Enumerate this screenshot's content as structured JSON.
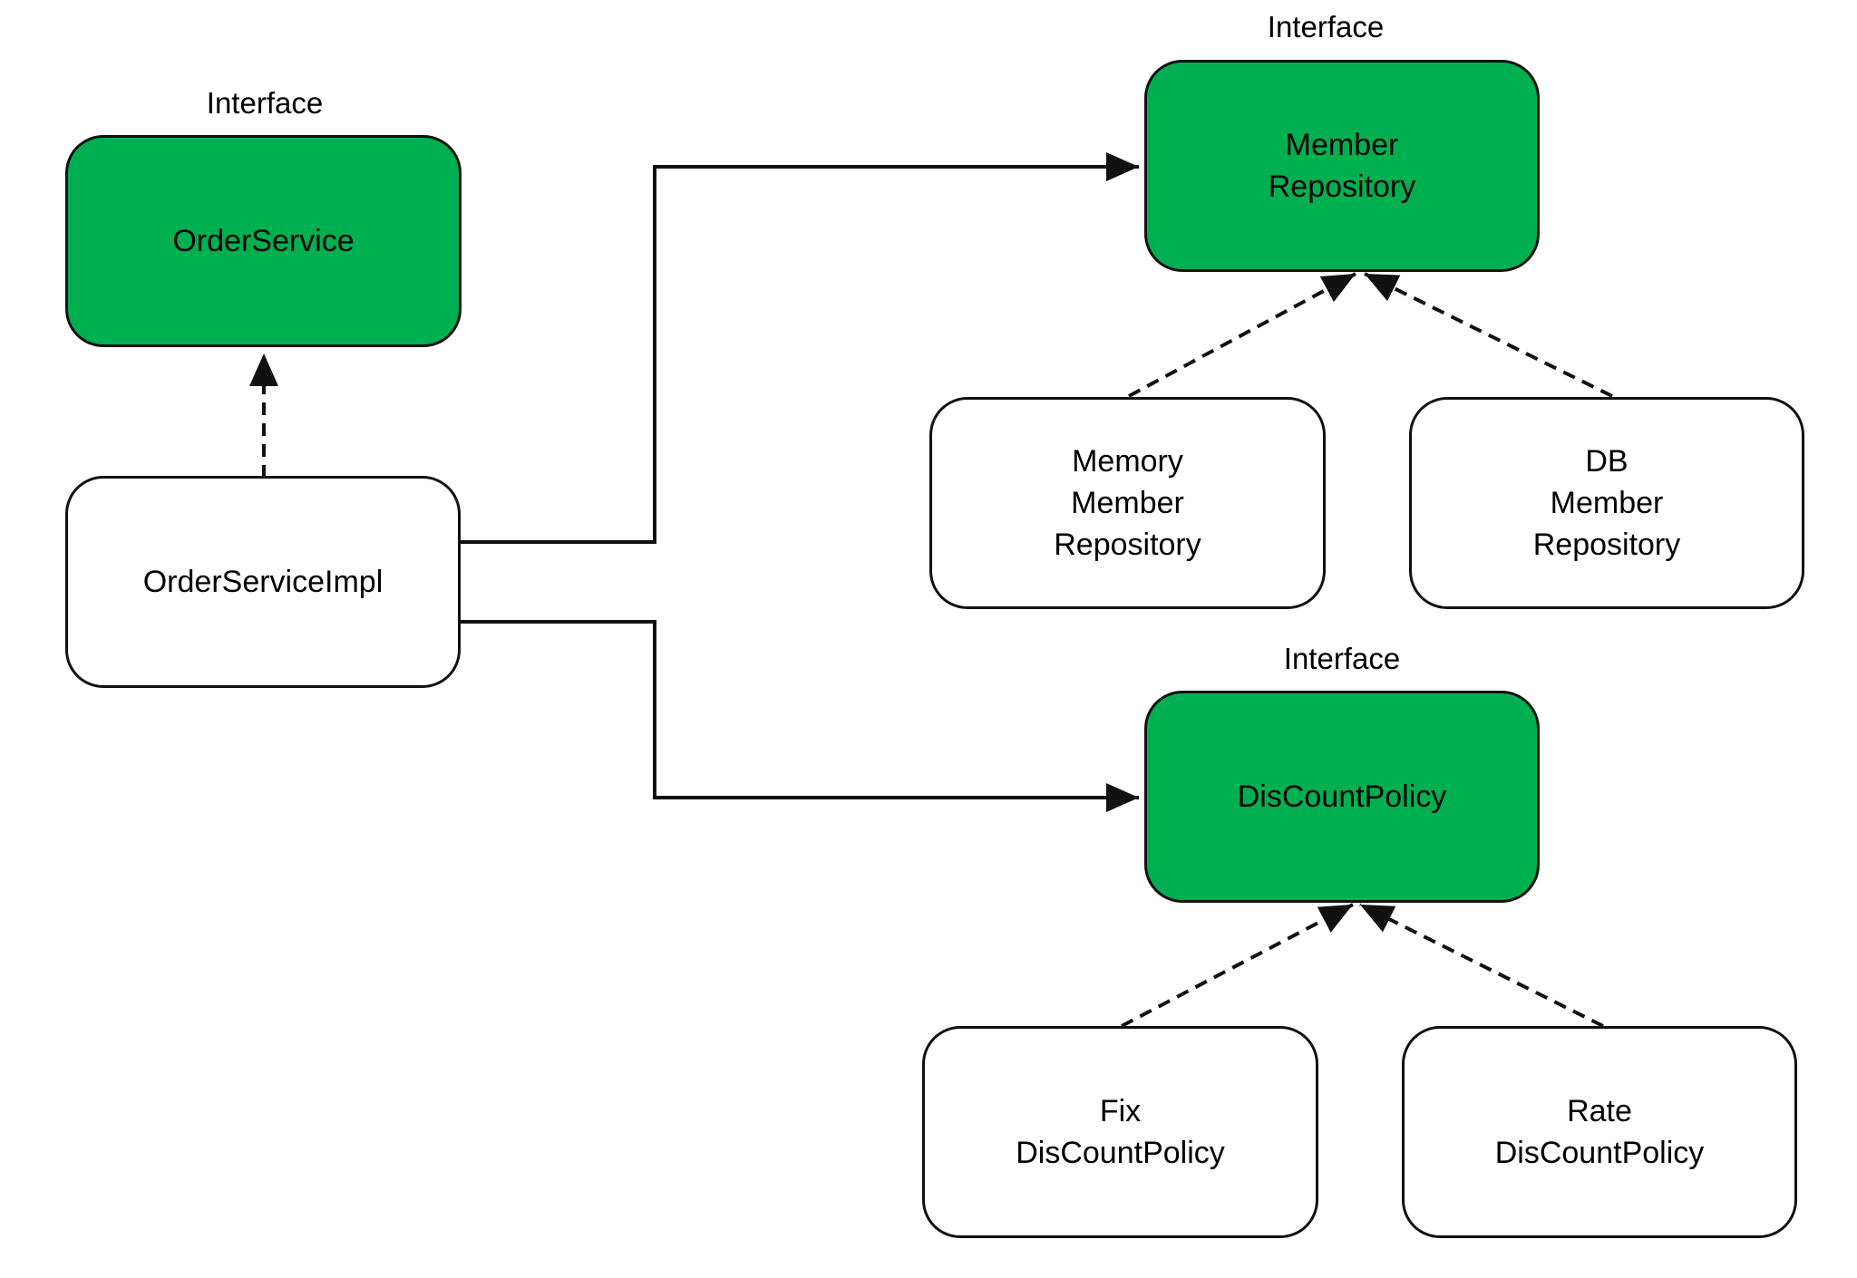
{
  "stereotype_label": "Interface",
  "colors": {
    "interface_fill": "#00b050",
    "implementation_fill": "#ffffff",
    "stroke": "#111111"
  },
  "nodes": {
    "order_service": {
      "label": "OrderService",
      "kind": "interface"
    },
    "order_service_impl": {
      "label": "OrderServiceImpl",
      "kind": "implementation"
    },
    "member_repository": {
      "label": "Member\nRepository",
      "kind": "interface"
    },
    "memory_member_repository": {
      "label": "Memory\nMember\nRepository",
      "kind": "implementation"
    },
    "db_member_repository": {
      "label": "DB\nMember\nRepository",
      "kind": "implementation"
    },
    "discount_policy": {
      "label": "DisCountPolicy",
      "kind": "interface"
    },
    "fix_discount_policy": {
      "label": "Fix\nDisCountPolicy",
      "kind": "implementation"
    },
    "rate_discount_policy": {
      "label": "Rate\nDisCountPolicy",
      "kind": "implementation"
    }
  },
  "edges": [
    {
      "from": "order_service_impl",
      "to": "order_service",
      "style": "dashed",
      "relation": "implements"
    },
    {
      "from": "order_service_impl",
      "to": "member_repository",
      "style": "solid",
      "relation": "depends-on"
    },
    {
      "from": "order_service_impl",
      "to": "discount_policy",
      "style": "solid",
      "relation": "depends-on"
    },
    {
      "from": "memory_member_repository",
      "to": "member_repository",
      "style": "dashed",
      "relation": "implements"
    },
    {
      "from": "db_member_repository",
      "to": "member_repository",
      "style": "dashed",
      "relation": "implements"
    },
    {
      "from": "fix_discount_policy",
      "to": "discount_policy",
      "style": "dashed",
      "relation": "implements"
    },
    {
      "from": "rate_discount_policy",
      "to": "discount_policy",
      "style": "dashed",
      "relation": "implements"
    }
  ]
}
